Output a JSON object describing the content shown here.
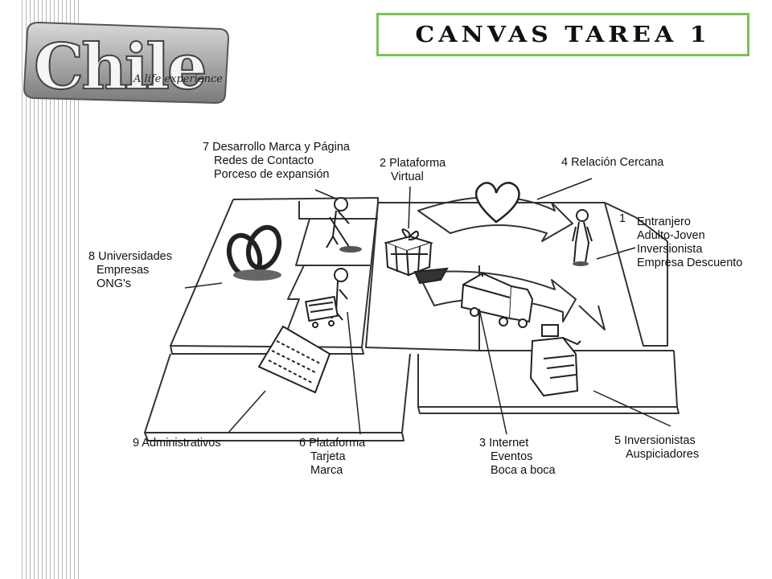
{
  "header": {
    "title": "CANVAS TAREA 1"
  },
  "logo": {
    "word": "Chile",
    "tagline": "A life experience"
  },
  "blocks": {
    "b7": {
      "heading": "7  Desarrollo Marca y Página",
      "lines": [
        "Redes de Contacto",
        "Porceso de expansión"
      ]
    },
    "b2": {
      "heading": "2 Plataforma",
      "lines": [
        "Virtual"
      ]
    },
    "b4": {
      "heading": "4 Relación Cercana",
      "lines": []
    },
    "b1": {
      "heading": "1",
      "lines": [
        "Entranjero",
        "Adulto-Joven",
        "Inversionista",
        "Empresa Descuento"
      ]
    },
    "b8": {
      "heading": "8 Universidades",
      "lines": [
        "Empresas",
        "ONG's"
      ]
    },
    "b9": {
      "heading": "9 Administrativos",
      "lines": []
    },
    "b6": {
      "heading": "6 Plataforma",
      "lines": [
        "Tarjeta",
        "Marca"
      ]
    },
    "b3": {
      "heading": "3 Internet",
      "lines": [
        "Eventos",
        "Boca a boca"
      ]
    },
    "b5": {
      "heading": "5 Inversionistas",
      "lines": [
        "Auspiciadores"
      ]
    }
  },
  "colors": {
    "title_border": "#7cc256",
    "stripes": "#b9b9b9",
    "sketch": "#333333"
  },
  "icons": [
    "rings-icon",
    "worker-digging-icon",
    "worker-cart-icon",
    "gift-icon",
    "heart-icon",
    "person-standing-icon",
    "truck-icon",
    "cash-register-icon",
    "document-icon"
  ]
}
